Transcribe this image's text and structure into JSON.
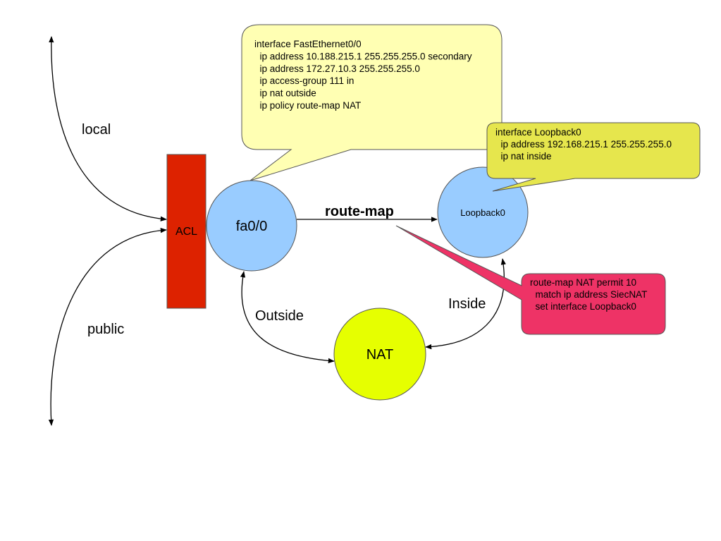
{
  "labels": {
    "local": "local",
    "public": "public",
    "acl": "ACL",
    "fa00": "fa0/0",
    "route_map": "route-map",
    "loopback0": "Loopback0",
    "outside": "Outside",
    "inside": "Inside",
    "nat": "NAT"
  },
  "callouts": {
    "fastethernet": {
      "lines": [
        "interface FastEthernet0/0",
        "  ip address 10.188.215.1 255.255.255.0 secondary",
        "  ip address 172.27.10.3 255.255.255.0",
        "  ip access-group 111 in",
        "  ip nat outside",
        "  ip policy route-map NAT"
      ]
    },
    "loopback": {
      "lines": [
        "interface Loopback0",
        "  ip address 192.168.215.1 255.255.255.0",
        "  ip nat inside"
      ]
    },
    "routemap": {
      "lines": [
        "route-map NAT permit 10",
        "  match ip address SiecNAT",
        "  set interface Loopback0"
      ]
    }
  },
  "colors": {
    "acl_fill": "#dd2200",
    "interface_fill": "#99ccff",
    "nat_fill": "#e6ff00",
    "fa_callout_fill": "#ffffb3",
    "loop_callout_fill": "#e6e64d",
    "routemap_callout_fill": "#ee3366"
  }
}
